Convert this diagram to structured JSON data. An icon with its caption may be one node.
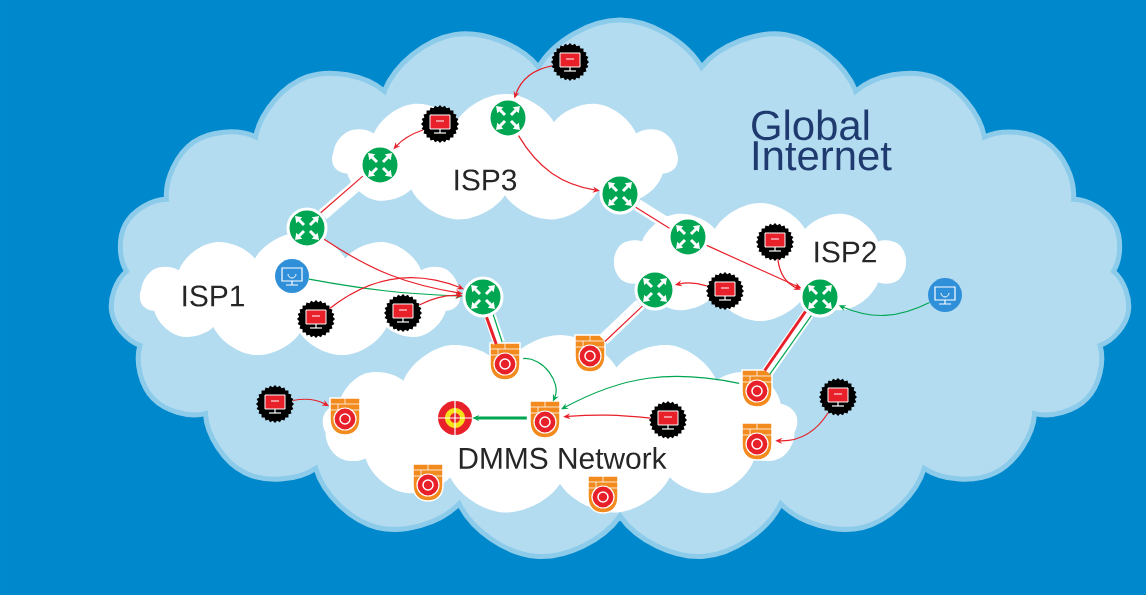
{
  "diagram": {
    "nodes": [
      {
        "text": [
          "Global Internet"
        ]
      },
      {
        "text": [
          "ISP3"
        ],
        "in": 0
      },
      {
        "text": [
          "ISP1"
        ],
        "in": 0
      },
      {
        "text": [
          "ISP2"
        ],
        "in": 0
      },
      {
        "text": [
          "DMMS Network"
        ],
        "in": 0
      },
      {
        "text": [],
        "shape": "picture",
        "in": 1
      },
      {
        "text": [],
        "shape": "picture",
        "in": 1
      },
      {
        "text": [],
        "shape": "picture",
        "in": 0
      },
      {
        "text": [],
        "shape": "picture",
        "in": 0
      },
      {
        "text": [],
        "shape": "picture",
        "in": 1
      },
      {
        "text": [],
        "shape": "picture",
        "in": 3
      },
      {
        "text": [],
        "shape": "picture",
        "in": 3
      },
      {
        "text": [],
        "shape": "picture",
        "in": 3
      },
      {
        "text": [],
        "shape": "picture",
        "in": 0
      },
      {
        "text": [],
        "shape": "picture",
        "in": 1
      },
      {
        "text": [],
        "shape": "picture",
        "in": 3
      },
      {
        "text": [],
        "shape": "picture",
        "in": 3
      },
      {
        "text": [],
        "shape": "picture",
        "in": 2
      },
      {
        "text": [],
        "shape": "picture",
        "in": 2
      },
      {
        "text": [],
        "shape": "picture",
        "in": 0
      },
      {
        "text": [],
        "shape": "picture",
        "in": 4
      },
      {
        "text": [],
        "shape": "picture",
        "in": 0
      },
      {
        "text": [],
        "shape": "picture",
        "in": 2
      },
      {
        "text": [],
        "shape": "picture",
        "in": 0
      },
      {
        "text": [],
        "shape": "picture",
        "in": 4
      },
      {
        "text": [],
        "shape": "picture",
        "in": 4
      },
      {
        "text": [],
        "shape": "picture",
        "in": 4
      },
      {
        "text": [],
        "shape": "picture",
        "in": 4
      },
      {
        "text": [],
        "shape": "picture",
        "in": 4
      },
      {
        "text": [],
        "shape": "picture",
        "in": 4
      },
      {
        "text": [],
        "shape": "picture",
        "in": 4
      },
      {
        "text": [],
        "shape": "picture",
        "in": 4
      },
      {
        "text": [],
        "shape": "picture",
        "in": 4
      }
    ],
    "edges": [
      {
        "from": 13,
        "to": 5,
        "arrow": "to"
      },
      {
        "from": 14,
        "to": 6,
        "arrow": "to"
      },
      {
        "from": 5,
        "to": 9,
        "arrow": "to"
      },
      {
        "from": 6,
        "to": 7,
        "arrow": "none",
        "style": "thick",
        "color": "#ffffff"
      },
      {
        "from": 6,
        "to": 7,
        "arrow": "none"
      },
      {
        "from": 7,
        "to": 8,
        "arrow": "to"
      },
      {
        "from": 22,
        "to": 8,
        "arrow": "to",
        "color": "#00a651"
      },
      {
        "from": 17,
        "to": 8,
        "arrow": "to"
      },
      {
        "from": 18,
        "to": 8,
        "arrow": "to"
      },
      {
        "from": 8,
        "to": 24,
        "arrow": "none",
        "style": "thick",
        "color": "#ffffff"
      },
      {
        "from": 8,
        "to": 24,
        "arrow": "none",
        "style": "thick"
      },
      {
        "from": 8,
        "to": 24,
        "arrow": "none",
        "color": "#00a651"
      },
      {
        "from": 9,
        "to": 10,
        "arrow": "none",
        "style": "thick",
        "color": "#ffffff"
      },
      {
        "from": 9,
        "to": 10,
        "arrow": "none"
      },
      {
        "from": 10,
        "to": 12,
        "arrow": "to"
      },
      {
        "from": 15,
        "to": 12,
        "arrow": "to"
      },
      {
        "from": 16,
        "to": 11,
        "arrow": "to"
      },
      {
        "from": 23,
        "to": 12,
        "arrow": "to",
        "color": "#00a651"
      },
      {
        "from": 11,
        "to": 25,
        "arrow": "none",
        "style": "thick",
        "color": "#ffffff"
      },
      {
        "from": 11,
        "to": 25,
        "arrow": "none"
      },
      {
        "from": 12,
        "to": 26,
        "arrow": "none",
        "style": "thick",
        "color": "#ffffff"
      },
      {
        "from": 12,
        "to": 26,
        "arrow": "none",
        "style": "thick"
      },
      {
        "from": 12,
        "to": 26,
        "arrow": "none",
        "color": "#00a651"
      },
      {
        "from": 24,
        "to": 28,
        "arrow": "to",
        "color": "#00a651"
      },
      {
        "from": 26,
        "to": 28,
        "arrow": "to",
        "color": "#00a651"
      },
      {
        "from": 20,
        "to": 28,
        "arrow": "to"
      },
      {
        "from": 28,
        "to": 32,
        "arrow": "to",
        "style": "thick",
        "color": "#00a651"
      },
      {
        "from": 19,
        "to": 27,
        "arrow": "to"
      },
      {
        "from": 21,
        "to": 29,
        "arrow": "to"
      }
    ]
  }
}
